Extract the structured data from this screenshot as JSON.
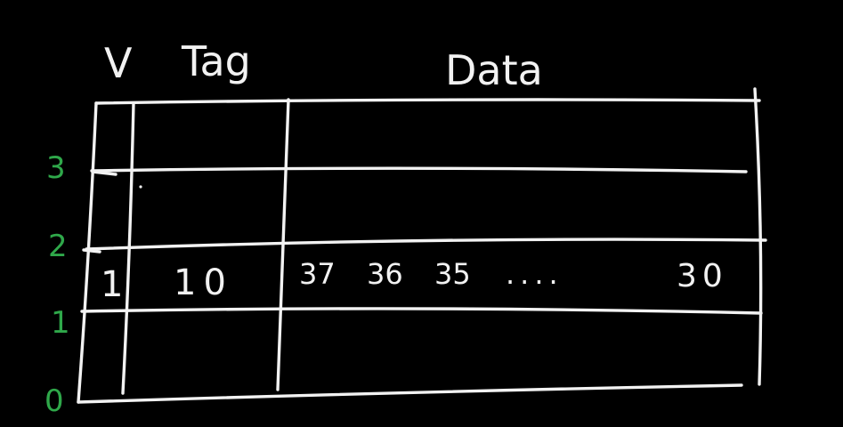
{
  "colors": {
    "background": "#000000",
    "ink": "#f2f2f2",
    "index_ink": "#2fa84a"
  },
  "headers": {
    "valid": "V",
    "tag": "Tag",
    "data": "Data"
  },
  "row_indices": [
    "3",
    "2",
    "1",
    "0"
  ],
  "rows": [
    {
      "valid": "",
      "tag": "",
      "data": []
    },
    {
      "valid": "",
      "tag": "",
      "data": []
    },
    {
      "valid": "1",
      "tag": "10",
      "data": [
        "37",
        "36",
        "35",
        "....",
        "30"
      ]
    },
    {
      "valid": "",
      "tag": "",
      "data": []
    }
  ]
}
